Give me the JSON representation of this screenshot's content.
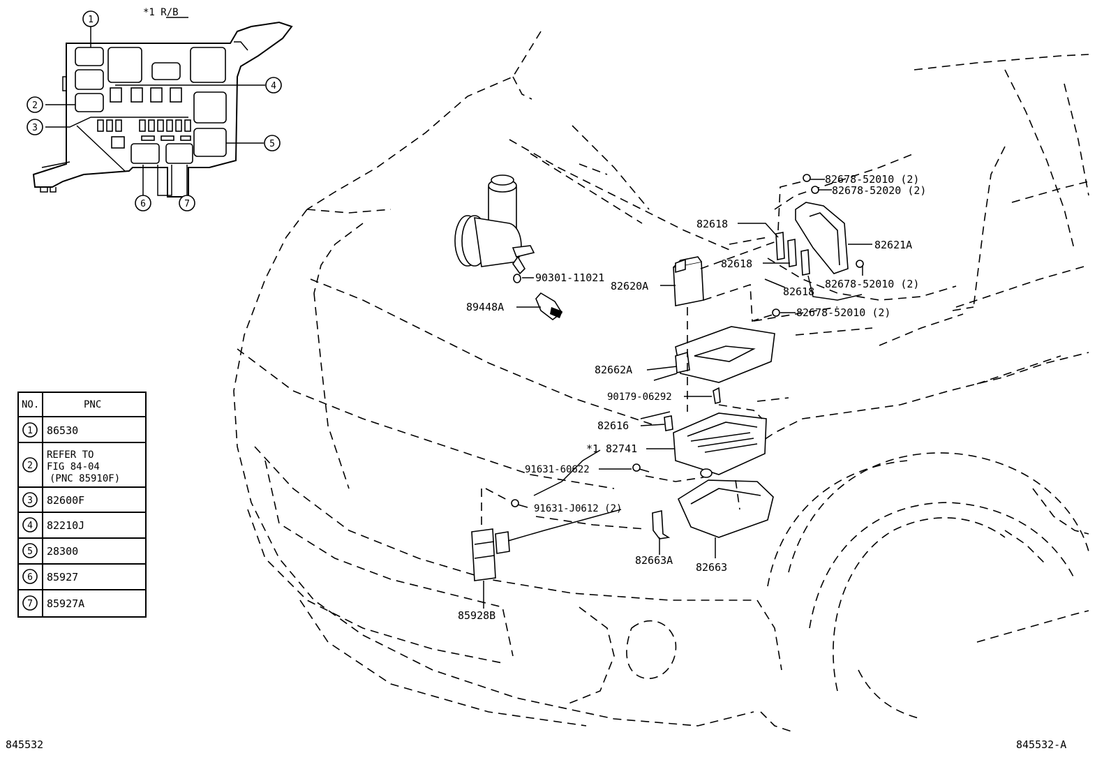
{
  "header": {
    "note": "*1 R/B"
  },
  "footer": {
    "left_code": "845532",
    "right_code": "845532-A"
  },
  "callout_numbers": [
    "1",
    "2",
    "3",
    "4",
    "5",
    "6",
    "7"
  ],
  "table": {
    "headers": [
      "NO.",
      "PNC"
    ],
    "rows": [
      {
        "no": "1",
        "pnc": [
          "86530"
        ]
      },
      {
        "no": "2",
        "pnc": [
          "REFER TO",
          "FIG 84-04",
          "(PNC 85910F)"
        ]
      },
      {
        "no": "3",
        "pnc": [
          "82600F"
        ]
      },
      {
        "no": "4",
        "pnc": [
          "82210J"
        ]
      },
      {
        "no": "5",
        "pnc": [
          "28300"
        ]
      },
      {
        "no": "6",
        "pnc": [
          "85927"
        ]
      },
      {
        "no": "7",
        "pnc": [
          "85927A"
        ]
      }
    ]
  },
  "parts": {
    "p_82678_52010_a": "82678-52010 (2)",
    "p_82678_52020": "82678-52020 (2)",
    "p_82618_a": "82618",
    "p_82621A": "82621A",
    "p_82618_b": "82618",
    "p_82620A": "82620A",
    "p_82678_52010_b": "82678-52010 (2)",
    "p_82618_c": "82618",
    "p_82678_52010_c": "82678-52010 (2)",
    "p_90301_11021": "90301-11021",
    "p_89448A": "89448A",
    "p_82662A": "82662A",
    "p_90179_06292": "90179-06292",
    "p_82616": "82616",
    "p_82741_mark": "*1",
    "p_82741": "82741",
    "p_91631_60622": "91631-60622",
    "p_91631_J0612": "91631-J0612 (2)",
    "p_82663A": "82663A",
    "p_82663": "82663",
    "p_85928B": "85928B"
  }
}
